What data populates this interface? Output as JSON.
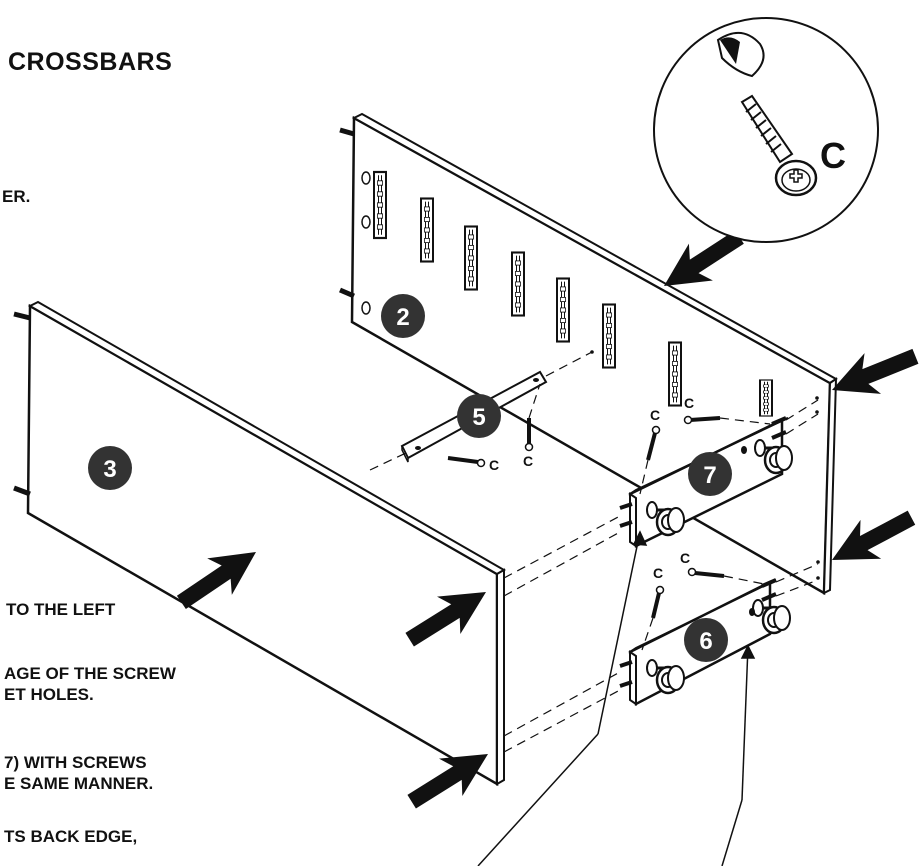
{
  "heading": "CROSSBARS",
  "text_fragments": {
    "line_1": "ER.",
    "line_2": "TO THE LEFT",
    "line_3a": "AGE OF THE SCREW",
    "line_3b": "ET HOLES.",
    "line_4a": "7) WITH SCREWS",
    "line_4b": "E SAME MANNER.",
    "line_5": "TS BACK EDGE,"
  },
  "part_labels": {
    "panel_back": "2",
    "panel_front": "3",
    "crossbar": "5",
    "caster_bar_rear": "6",
    "caster_bar_front": "7"
  },
  "screw_labels": {
    "screw": "C",
    "callout": "C"
  },
  "colors": {
    "ink": "#111111",
    "badge": "#333333",
    "badge_text": "#ffffff",
    "paper": "#ffffff"
  }
}
